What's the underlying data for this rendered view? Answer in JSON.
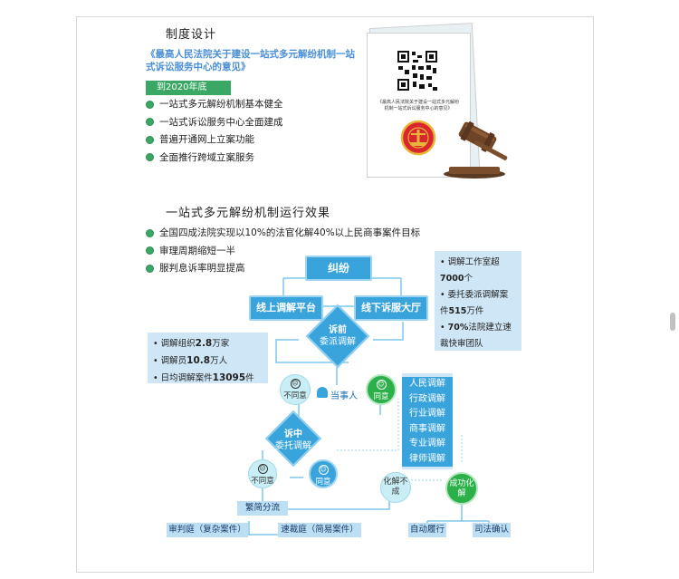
{
  "section1": {
    "heading": "制度设计",
    "doc_title": "《最高人民法院关于建设一站式多元解纷机制一站式诉讼服务中心的意见》",
    "deadline": "到2020年底",
    "items": [
      "一站式多元解纷机制基本健全",
      "一站式诉讼服务中心全面建成",
      "普遍开通网上立案功能",
      "全面推行跨域立案服务"
    ],
    "doc_caption": "《最高人民法院关于建设一站式多元解纷机制一站式诉讼服务中心的意见》"
  },
  "section2": {
    "heading": "一站式多元解纷机制运行效果",
    "items": [
      "全国四成法院实现以10%的法官化解40%以上民商事案件目标",
      "审理周期缩短一半",
      "服判息诉率明显提高"
    ]
  },
  "flow": {
    "dispute": "纠纷",
    "online": "线上调解平台",
    "offline": "线下诉服大厅",
    "pre_line1": "诉前",
    "pre_line2": "委派调解",
    "party": "当事人",
    "disagree": "不同意",
    "agree": "同意",
    "mid_line1": "诉中",
    "mid_line2": "委托调解",
    "fail": "化解不成",
    "success": "成功化解",
    "triage": "繁简分流",
    "trial": "审判庭（复杂案件）",
    "fast": "速裁庭（简易案件）",
    "auto": "自动履行",
    "judicial": "司法确认",
    "mediation_types": [
      "人民调解",
      "行政调解",
      "行业调解",
      "商事调解",
      "专业调解",
      "律师调解"
    ],
    "left_stats": [
      {
        "pre": "调解组织",
        "num": "2.8",
        "post": "万家"
      },
      {
        "pre": "调解员",
        "num": "10.8",
        "post": "万人"
      },
      {
        "pre": "日均调解案件",
        "num": "13095",
        "post": "件"
      }
    ],
    "right_stats": [
      {
        "pre": "调解工作室超",
        "num": "7000",
        "post": "个"
      },
      {
        "pre": "委托委派调解案件",
        "num": "515",
        "post": "万件"
      },
      {
        "pre": "",
        "num": "70%",
        "post": "法院建立速裁快审团队"
      }
    ]
  },
  "colors": {
    "blue": "#39a3dc",
    "green": "#2bb04a",
    "light_blue": "#cfe6f6",
    "title_blue": "#4a8fd6"
  }
}
